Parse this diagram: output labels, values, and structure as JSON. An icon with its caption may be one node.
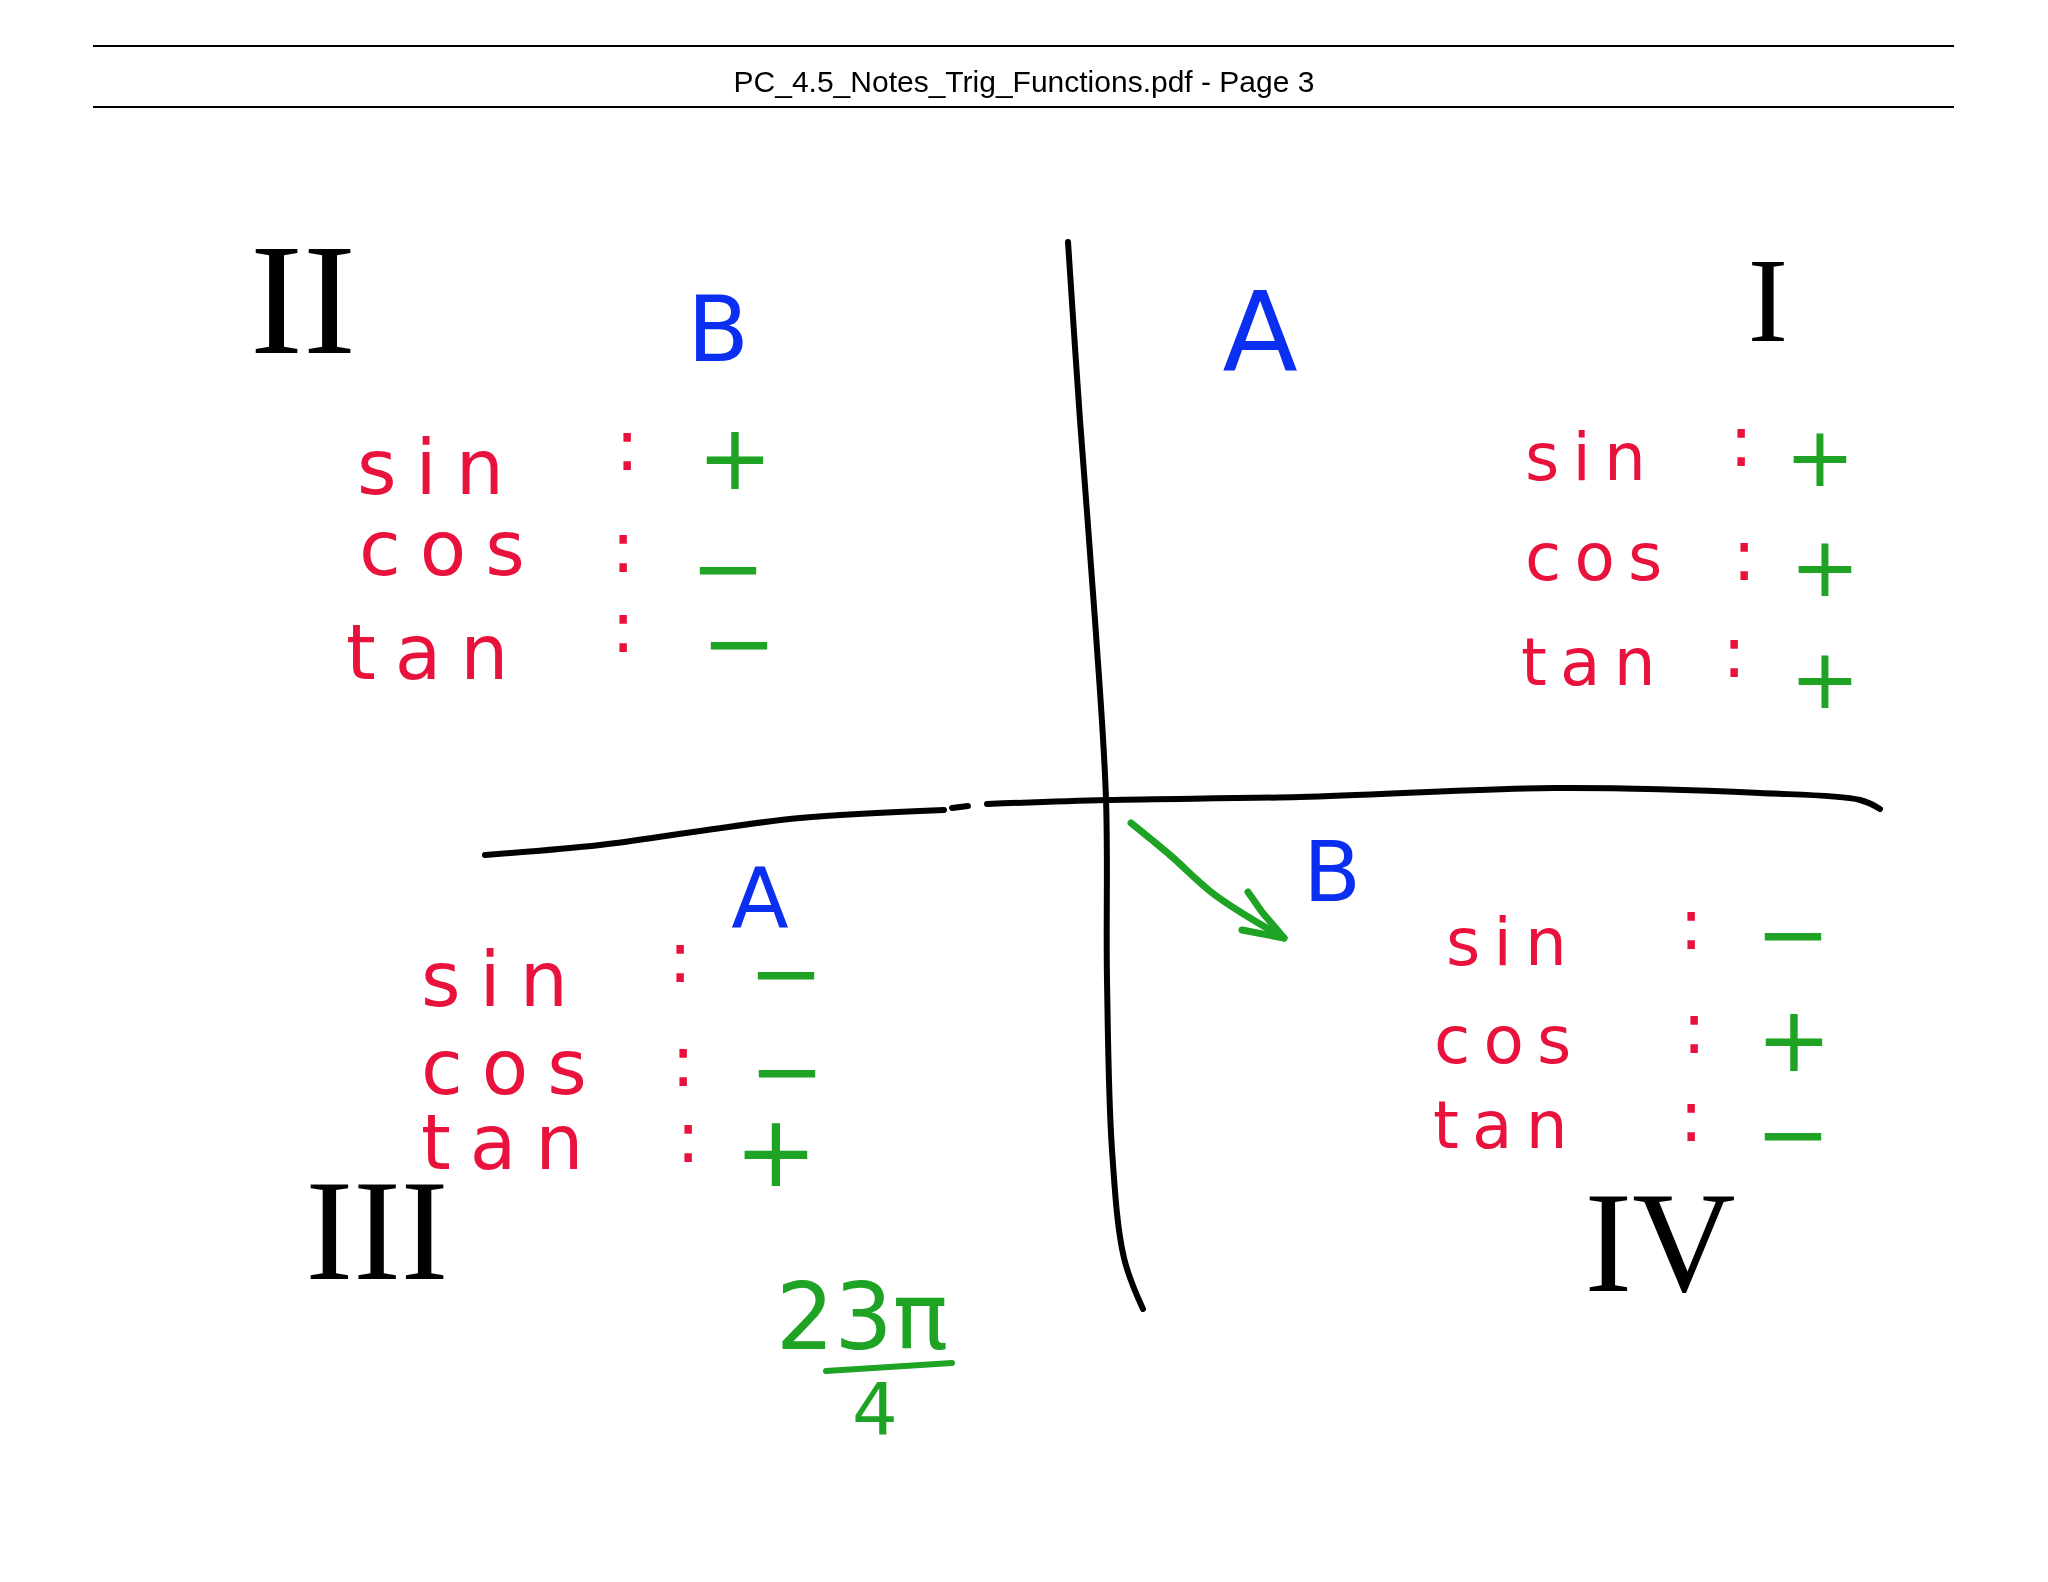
{
  "diagram": {
    "title": "PC_4.5_Notes_Trig_Functions.pdf - Page 3",
    "labels": [
      "II",
      "B",
      "sin",
      ":",
      "+",
      "cos",
      ":",
      "−",
      "tan",
      ":",
      "−",
      "A",
      "I",
      "sin",
      ":",
      "+",
      "cos",
      ":",
      "+",
      "tan",
      ":",
      "+",
      "A",
      "sin",
      ":",
      "−",
      "cos",
      ":",
      "−",
      "tan",
      ":",
      "+",
      "III",
      "B",
      "sin",
      ":",
      "−",
      "cos",
      ":",
      "+",
      "tan",
      ":",
      "−",
      "IV",
      "23π",
      "4"
    ]
  }
}
